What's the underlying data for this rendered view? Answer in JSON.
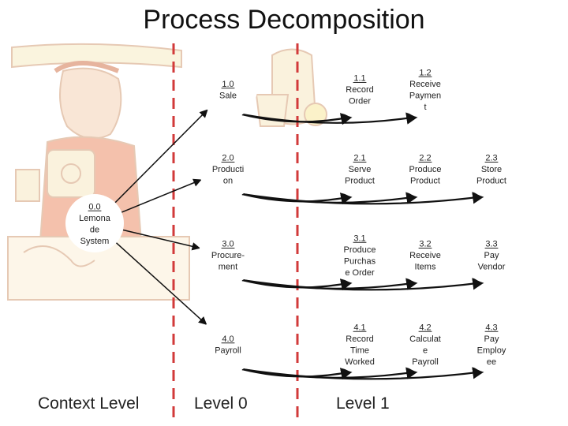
{
  "title": "Process Decomposition",
  "levels": {
    "context": "Context Level",
    "level0": "Level 0",
    "level1": "Level 1"
  },
  "nodes": {
    "n0_0": {
      "number": "0.0",
      "name": [
        "Lemona",
        "de",
        "System"
      ]
    },
    "n1_0": {
      "number": "1.0",
      "name": [
        "Sale"
      ]
    },
    "n1_1": {
      "number": "1.1",
      "name": [
        "Record",
        "Order"
      ]
    },
    "n1_2": {
      "number": "1.2",
      "name": [
        "Receive",
        "Paymen",
        "t"
      ]
    },
    "n2_0": {
      "number": "2.0",
      "name": [
        "Producti",
        "on"
      ]
    },
    "n2_1": {
      "number": "2.1",
      "name": [
        "Serve",
        "Product"
      ]
    },
    "n2_2": {
      "number": "2.2",
      "name": [
        "Produce",
        "Product"
      ]
    },
    "n2_3": {
      "number": "2.3",
      "name": [
        "Store",
        "Product"
      ]
    },
    "n3_0": {
      "number": "3.0",
      "name": [
        "Procure-",
        "ment"
      ]
    },
    "n3_1": {
      "number": "3.1",
      "name": [
        "Produce",
        "Purchas",
        "e Order"
      ]
    },
    "n3_2": {
      "number": "3.2",
      "name": [
        "Receive",
        "Items"
      ]
    },
    "n3_3": {
      "number": "3.3",
      "name": [
        "Pay",
        "Vendor"
      ]
    },
    "n4_0": {
      "number": "4.0",
      "name": [
        "Payroll"
      ]
    },
    "n4_1": {
      "number": "4.1",
      "name": [
        "Record",
        "Time",
        "Worked"
      ]
    },
    "n4_2": {
      "number": "4.2",
      "name": [
        "Calculat",
        "e",
        "Payroll"
      ]
    },
    "n4_3": {
      "number": "4.3",
      "name": [
        "Pay",
        "Employ",
        "ee"
      ]
    }
  },
  "colors": {
    "separator": "#d23a3a",
    "line": "#111111",
    "illustration": "#e8a06a"
  }
}
